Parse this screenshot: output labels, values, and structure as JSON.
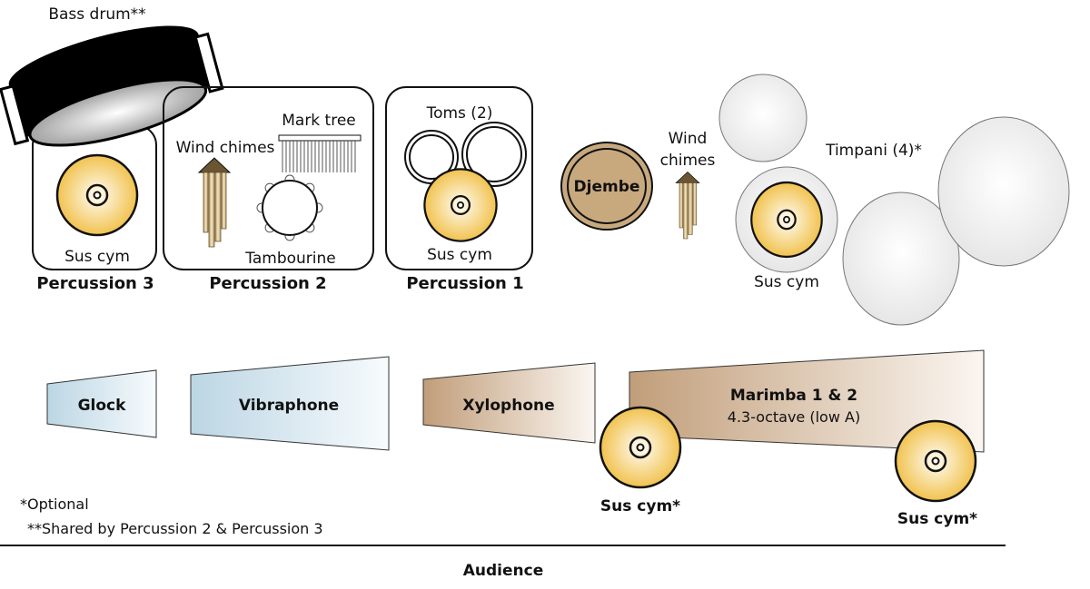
{
  "bass_drum": {
    "label": "Bass drum**"
  },
  "percussion3": {
    "title": "Percussion 3",
    "cymbal_label": "Sus cym"
  },
  "percussion2": {
    "title": "Percussion 2",
    "mark_tree": "Mark tree",
    "wind_chimes": "Wind chimes",
    "tambourine": "Tambourine"
  },
  "percussion1": {
    "title": "Percussion 1",
    "toms": "Toms (2)",
    "cymbal_label": "Sus cym"
  },
  "djembe": {
    "label": "Djembe"
  },
  "wind_chimes2": {
    "line1": "Wind",
    "line2": "chimes"
  },
  "timpani": {
    "label": "Timpani (4)*",
    "cymbal_label": "Sus cym"
  },
  "keyboards": {
    "glock": "Glock",
    "vibraphone": "Vibraphone",
    "xylophone": "Xylophone",
    "marimba": "Marimba 1 & 2",
    "marimba_sub": "4.3-octave (low A)"
  },
  "front_cymbals": {
    "left": "Sus cym*",
    "right": "Sus cym*"
  },
  "notes": {
    "optional": "*Optional",
    "shared": "**Shared by Percussion 2 & Percussion 3"
  },
  "audience": "Audience",
  "colors": {
    "cymbal": "#f3c65a",
    "blue": "#c3dbe7",
    "brown": "#c6a47f",
    "djembe": "#c8a97e"
  }
}
